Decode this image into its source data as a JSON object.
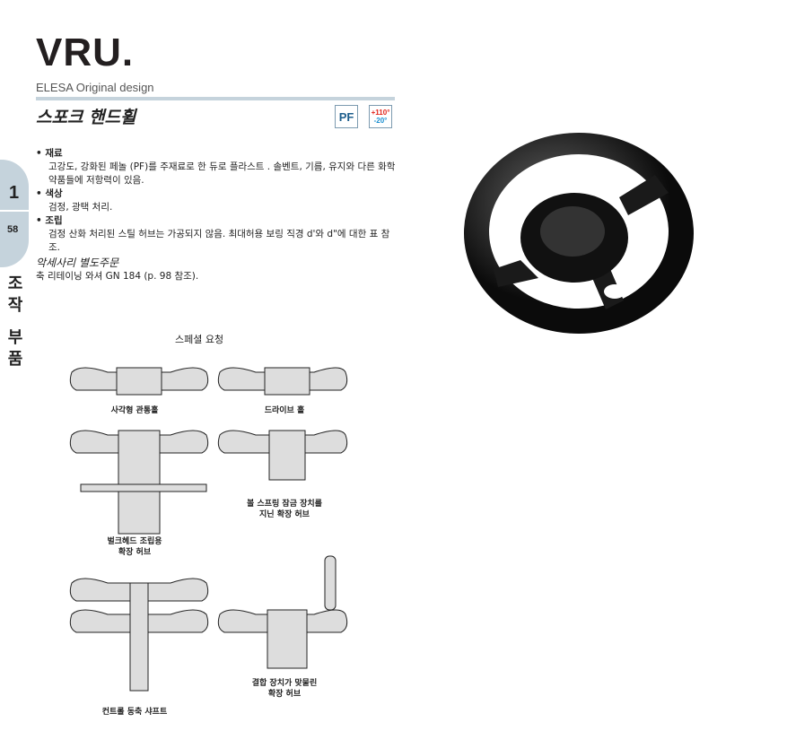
{
  "header": {
    "title": "VRU.",
    "subtitle": "ELESA Original design",
    "product_name": "스포크 핸드휠",
    "badge_pf": "PF",
    "temp_max": "+110°",
    "temp_min": "-20°"
  },
  "side_tab": {
    "chapter": "1",
    "page": "58",
    "section": "조작 부품"
  },
  "sections": [
    {
      "heading": "재료",
      "text": "고강도, 강화된 페놀 (PF)를 주재료로 한 듀로 플라스트 . 솔벤트, 기름, 유지와 다른 화학 약품들에 저항력이 있음."
    },
    {
      "heading": "색상",
      "text": "검정, 광택 처리."
    },
    {
      "heading": "조립",
      "text": "검정 산화 처리된 스틸 허브는 가공되지 않음. 최대허용 보링 직경 d'와 d\"에 대한 표 참조."
    }
  ],
  "accessories": {
    "heading": "악세사리 별도주문",
    "text": "축 리테이닝 와셔 GN 184 (p. 98 참조)."
  },
  "special": {
    "title": "스페셜 요청",
    "captions": [
      "사각형 관통홀",
      "드라이브 홀",
      "벌크헤드 조립용\n확장 허브",
      "볼 스프링 잠금 장치를\n지닌 확장 허브",
      "컨트롤 동축 샤프트",
      "결합 장치가 맞물린\n확장 허브"
    ]
  }
}
